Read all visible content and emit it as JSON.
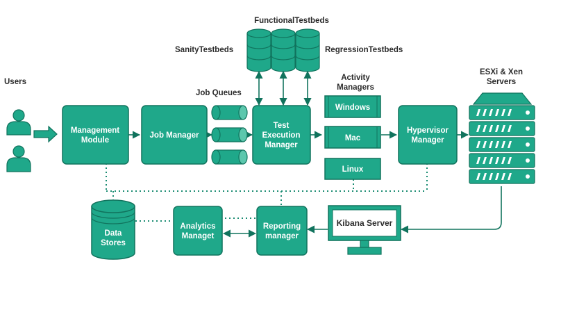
{
  "colors": {
    "fill": "#1fa88a",
    "stroke": "#11735d",
    "light": "#5cc7ad",
    "text": "#2b2b2b",
    "dotted": "#1a8c72"
  },
  "icons": {
    "users": "user-icon",
    "servers": "server-rack-icon",
    "kibana": "monitor-icon",
    "testbeds": "database-icon",
    "queues": "cylinder-icon"
  },
  "labels": {
    "users": "Users",
    "functional_testbeds": "FunctionalTestbeds",
    "sanity_testbeds": "SanityTestbeds",
    "regression_testbeds": "RegressionTestbeds",
    "job_queues": "Job Queues",
    "activity_managers": [
      "Activity",
      "Managers"
    ],
    "esxi_servers": [
      "ESXi & Xen",
      "Servers"
    ]
  },
  "nodes": {
    "management_module": [
      "Management",
      "Module"
    ],
    "job_manager": [
      "Job Manager"
    ],
    "test_execution_manager": [
      "Test",
      "Execution",
      "Manager"
    ],
    "windows": [
      "Windows"
    ],
    "mac": [
      "Mac"
    ],
    "linux": [
      "Linux"
    ],
    "hypervisor_manager": [
      "Hypervisor",
      "Manager"
    ],
    "data_stores": [
      "Data",
      "Stores"
    ],
    "analytics_manager": [
      "Analytics",
      "Managet"
    ],
    "reporting_manager": [
      "Reporting",
      "manager"
    ],
    "kibana_server": [
      "Kibana Server"
    ]
  }
}
